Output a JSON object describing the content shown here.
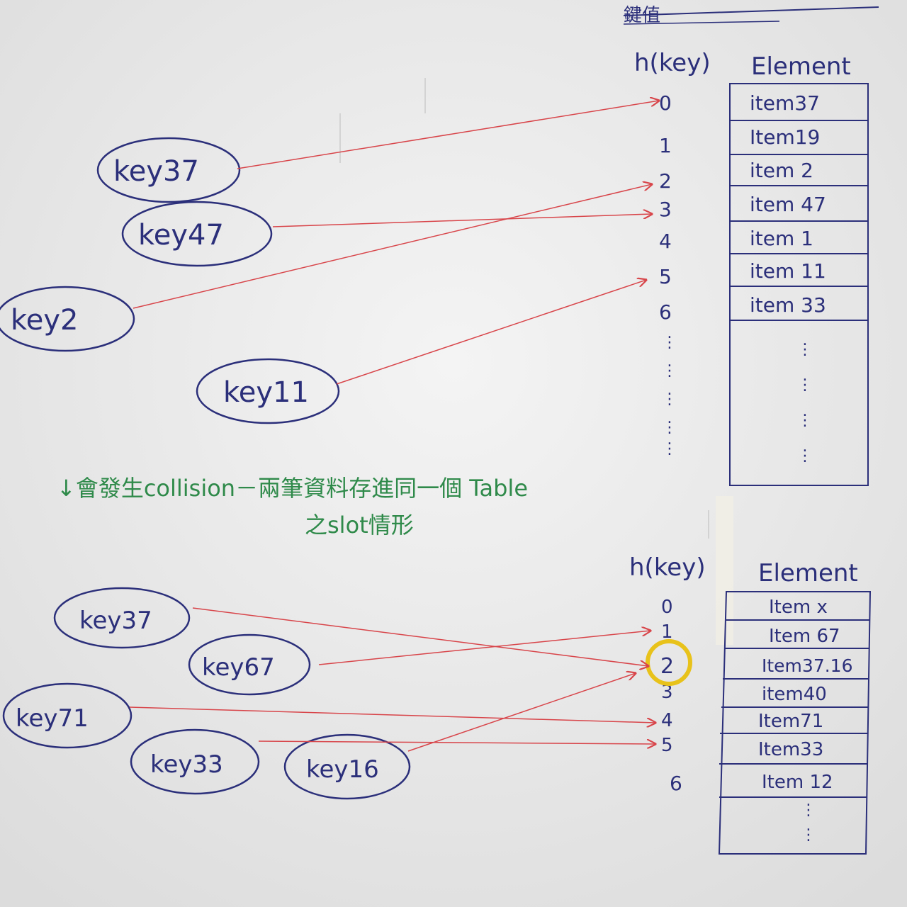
{
  "header_note": "鍵值",
  "top": {
    "hkey_label": "h(key)",
    "element_label": "Element",
    "indices": [
      "0",
      "1",
      "2",
      "3",
      "4",
      "5",
      "6"
    ],
    "items": [
      "item37",
      "Item19",
      "item 2",
      "item 47",
      "item 1",
      "item 11",
      "item 33"
    ],
    "keys": [
      "key37",
      "key47",
      "key2",
      "key11"
    ]
  },
  "note": {
    "line1": "↓會發生collision－兩筆資料存進同一個 Table",
    "line2": "之slot情形"
  },
  "bottom": {
    "hkey_label": "h(key)",
    "element_label": "Element",
    "indices": [
      "0",
      "1",
      "2",
      "3",
      "4",
      "5",
      "6"
    ],
    "items": [
      "Item x",
      "Item 67",
      "Item37.16",
      "item40",
      "Item71",
      "Item33",
      "Item 12"
    ],
    "keys": [
      "key37",
      "key67",
      "key71",
      "key33",
      "key16"
    ]
  },
  "colors": {
    "ink": "#2b2f7a",
    "arrow": "#d8454a",
    "note": "#2f8a4a",
    "highlight": "#e8c21a",
    "paper": "#ececec"
  }
}
